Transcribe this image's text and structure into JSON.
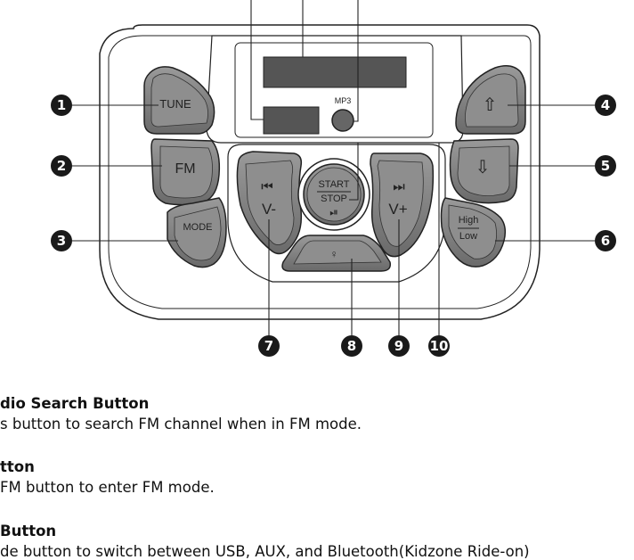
{
  "diagram": {
    "screen_label": "MP3",
    "buttons": {
      "tune": "TUNE",
      "fm": "FM",
      "mode": "MODE",
      "up_arrow": "⇧",
      "down_arrow": "⇩",
      "high": "High",
      "low": "Low",
      "prev_glyph": "⏮",
      "prev_label": "V-",
      "next_glyph": "⏭",
      "next_label": "V+",
      "start": "START",
      "stop": "STOP",
      "play_pause_glyph": "⏯",
      "light_glyph": "♀"
    },
    "callouts": [
      "1",
      "2",
      "3",
      "4",
      "5",
      "6",
      "7",
      "8",
      "9",
      "10"
    ],
    "colors": {
      "button_fill": "#6e6e6e",
      "button_face": "#8a8a8a",
      "outline": "#222222",
      "callout": "#1a1a1a"
    }
  },
  "descriptions": [
    {
      "title": "dio Search Button",
      "body": "s button to search FM channel when in FM mode."
    },
    {
      "title": "tton",
      "body": " FM button to enter FM mode."
    },
    {
      "title": " Button",
      "body": "de button to switch between USB, AUX, and Bluetooth(Kidzone Ride-on)"
    }
  ]
}
